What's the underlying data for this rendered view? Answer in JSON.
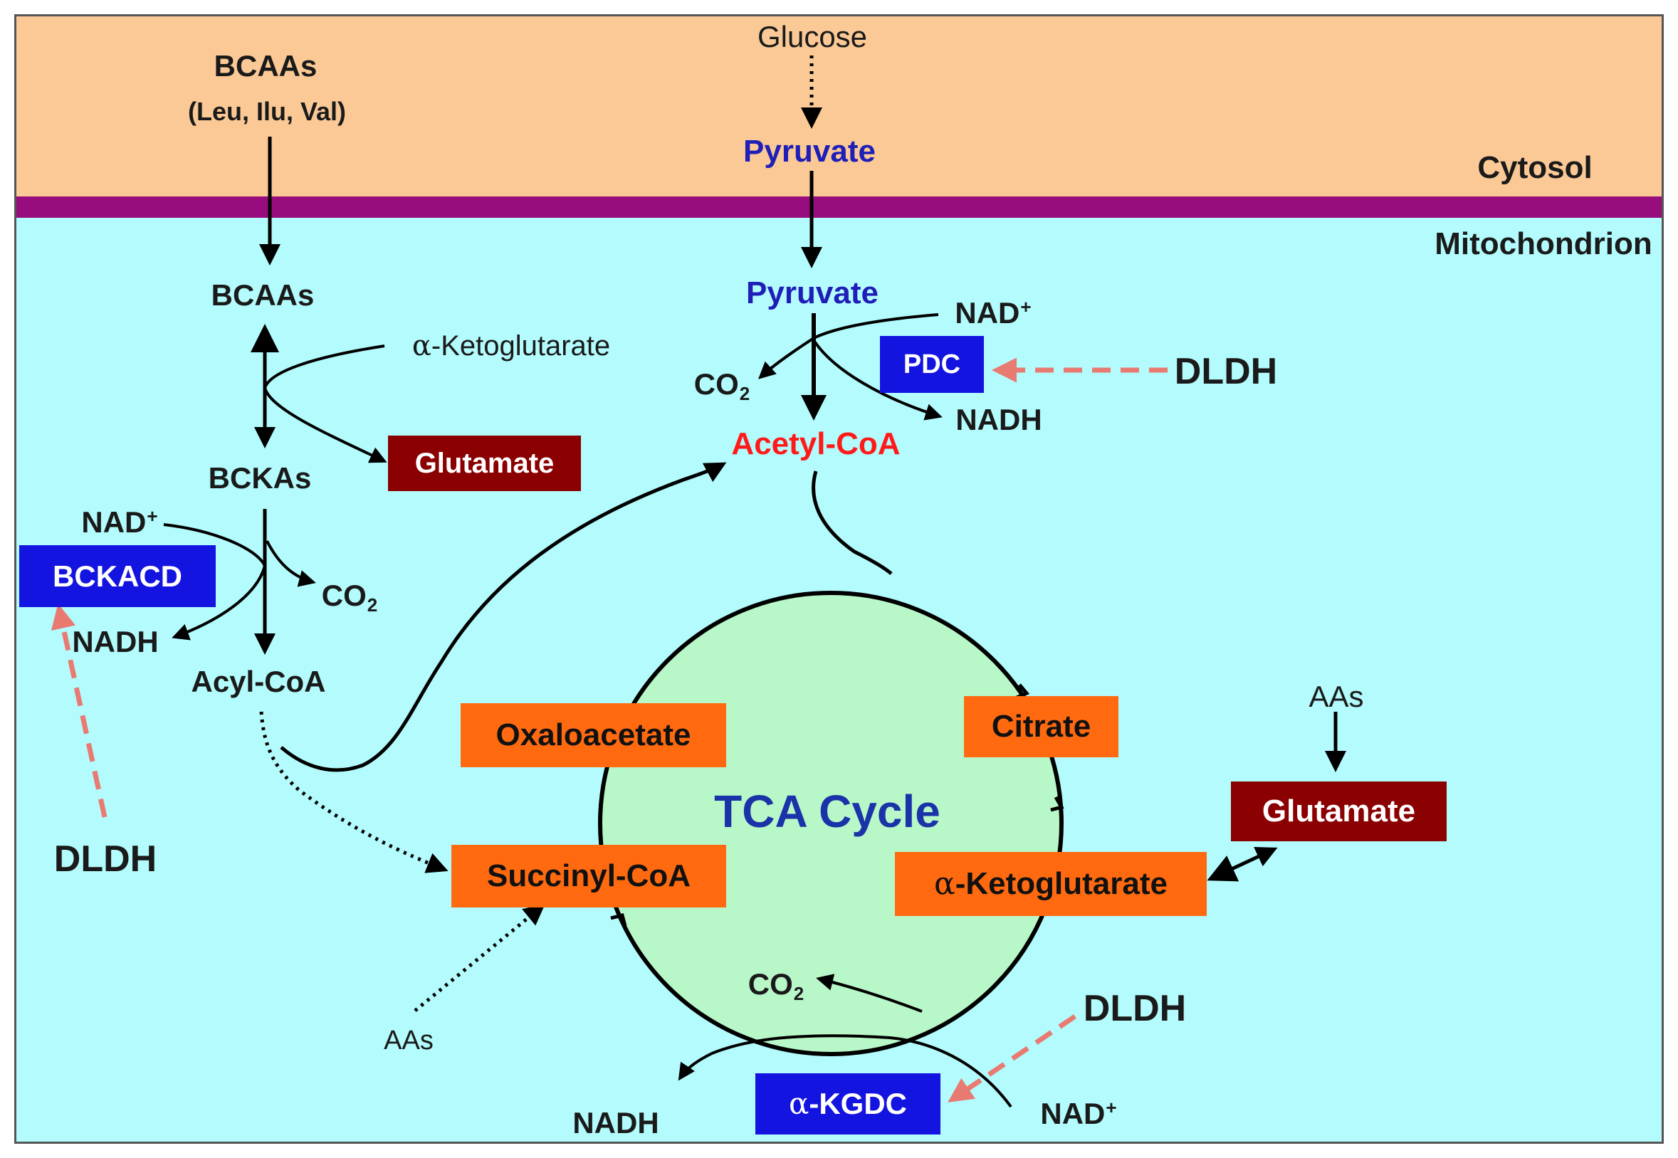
{
  "compartments": {
    "cytosol": "Cytosol",
    "mitochondrion": "Mitochondrion"
  },
  "molecules": {
    "glucose": "Glucose",
    "bcaas_top": "BCAAs",
    "bcaas_detail": "(Leu, Ilu, Val)",
    "pyruvate_cyto": "Pyruvate",
    "pyruvate_mito": "Pyruvate",
    "bcaas_mito": "BCAAs",
    "alpha_kg_left": "-Ketoglutarate",
    "glutamate_left": "Glutamate",
    "bckas": "BCKAs",
    "acyl_coa": "Acyl-CoA",
    "acetyl_coa": "Acetyl-CoA",
    "nad_pdc": "NAD",
    "nadh_pdc": "NADH",
    "co2_pdc": "CO",
    "nad_bck": "NAD",
    "nadh_bck": "NADH",
    "co2_bck": "CO",
    "aas_right": "AAs",
    "glutamate_right": "Glutamate",
    "aas_bottom": "AAs",
    "co2_kgdc": "CO",
    "nadh_kgdc": "NADH",
    "nad_kgdc": "NAD"
  },
  "chem": {
    "plus": "+",
    "two": "2"
  },
  "greek": {
    "alpha": "α"
  },
  "cycle": {
    "title": "TCA Cycle",
    "citrate": "Citrate",
    "alpha_kg": "-Ketoglutarate",
    "succinyl_coa": "Succinyl-CoA",
    "oxaloacetate": "Oxaloacetate"
  },
  "enzymes": {
    "pdc": "PDC",
    "bckacd": "BCKACD",
    "kgdc": "-KGDC"
  },
  "dldh": {
    "pdc": "DLDH",
    "bck": "DLDH",
    "kgdc": "DLDH"
  },
  "colors": {
    "cytosol": "#fac995",
    "membrane": "#970d7d",
    "matrix": "#b3fbfc",
    "cycle_fill": "#b8f7c8",
    "orange": "#ff6a10",
    "maroon": "#8b0000",
    "enzyme_blue": "#1414e0",
    "pyruvate_text": "#1f1fb8",
    "acetyl_text": "#ff1a1a",
    "tca_title": "#1a33a8",
    "dldh_arrow": "#e87a72"
  }
}
